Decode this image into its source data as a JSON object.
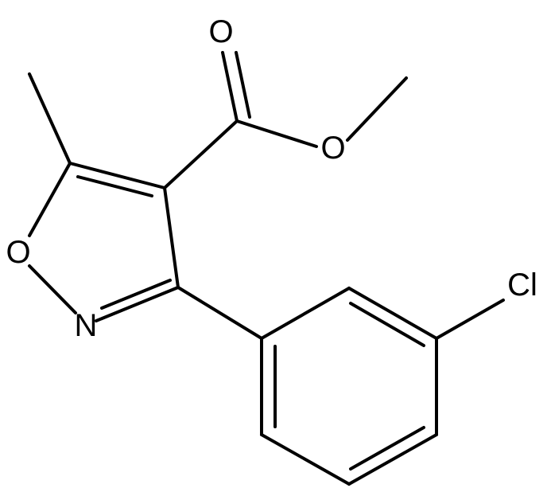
{
  "atoms": {
    "carbonyl_oxygen": "O",
    "ester_oxygen": "O",
    "ring_oxygen": "O",
    "ring_nitrogen": "N",
    "chlorine": "Cl"
  },
  "colors": {
    "bond": "#000000",
    "label": "#000000",
    "background": "#ffffff"
  }
}
